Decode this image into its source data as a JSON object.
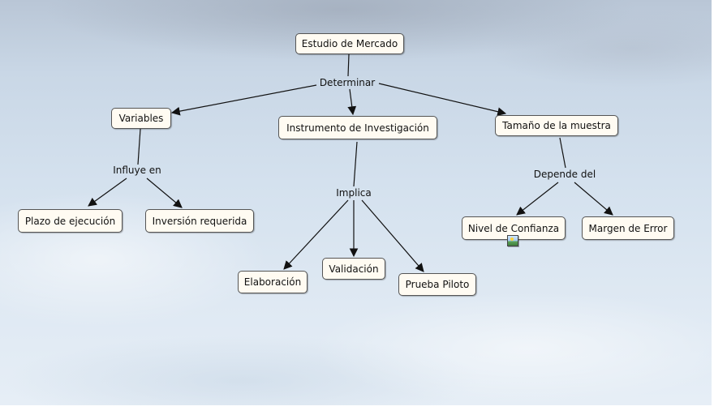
{
  "concept_map": {
    "nodes": {
      "root": "Estudio de Mercado",
      "variables": "Variables",
      "instrumento": "Instrumento de Investigación",
      "tamano": "Tamaño de la muestra",
      "plazo": "Plazo de ejecución",
      "inversion": "Inversión requerida",
      "elaboracion": "Elaboración",
      "validacion": "Validación",
      "prueba": "Prueba Piloto",
      "confianza": "Nivel de Confianza",
      "margen": "Margen de Error"
    },
    "link_labels": {
      "determinar": "Determinar",
      "influye": "Influye en",
      "implica": "Implica",
      "depende": "Depende del"
    },
    "icons": [
      "image-attachment-icon"
    ],
    "colors": {
      "node_fill": "#fffbf2",
      "node_border": "#555555",
      "line": "#111111"
    }
  }
}
